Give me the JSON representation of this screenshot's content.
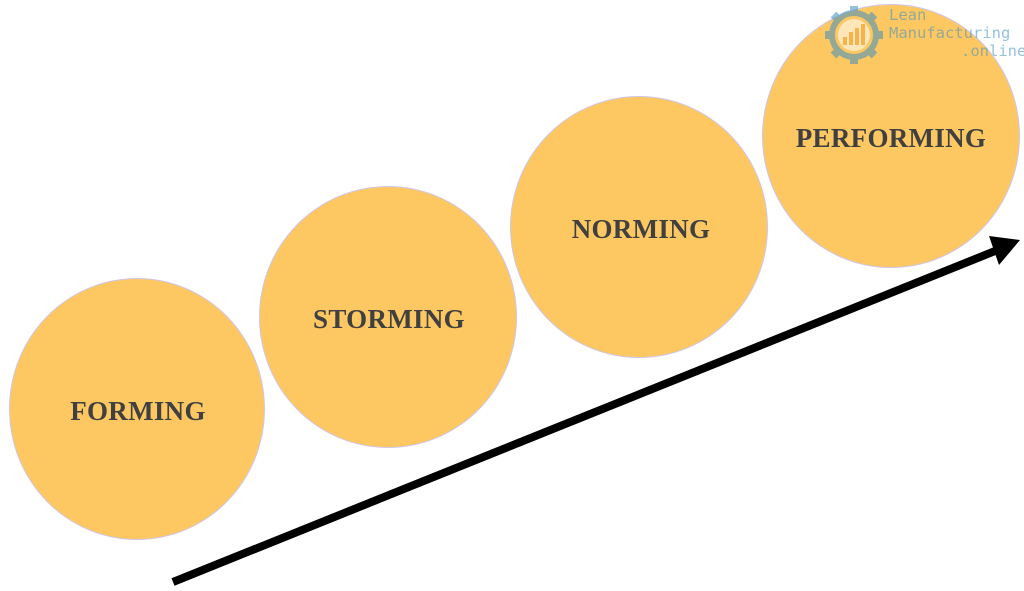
{
  "diagram": {
    "stages": [
      {
        "id": "forming",
        "label": "FORMING"
      },
      {
        "id": "storming",
        "label": "STORMING"
      },
      {
        "id": "norming",
        "label": "NORMING"
      },
      {
        "id": "performing",
        "label": "PERFORMING"
      }
    ]
  },
  "logo": {
    "line1": "Lean",
    "line2": "Manufacturing",
    "line3": ".online"
  },
  "colors": {
    "circle_fill": "#fdc862",
    "circle_border": "#cfc6e6",
    "label_text": "#404040",
    "arrow": "#000000",
    "logo_blue": "#3f8fbf",
    "logo_orange": "#f2a33a"
  }
}
